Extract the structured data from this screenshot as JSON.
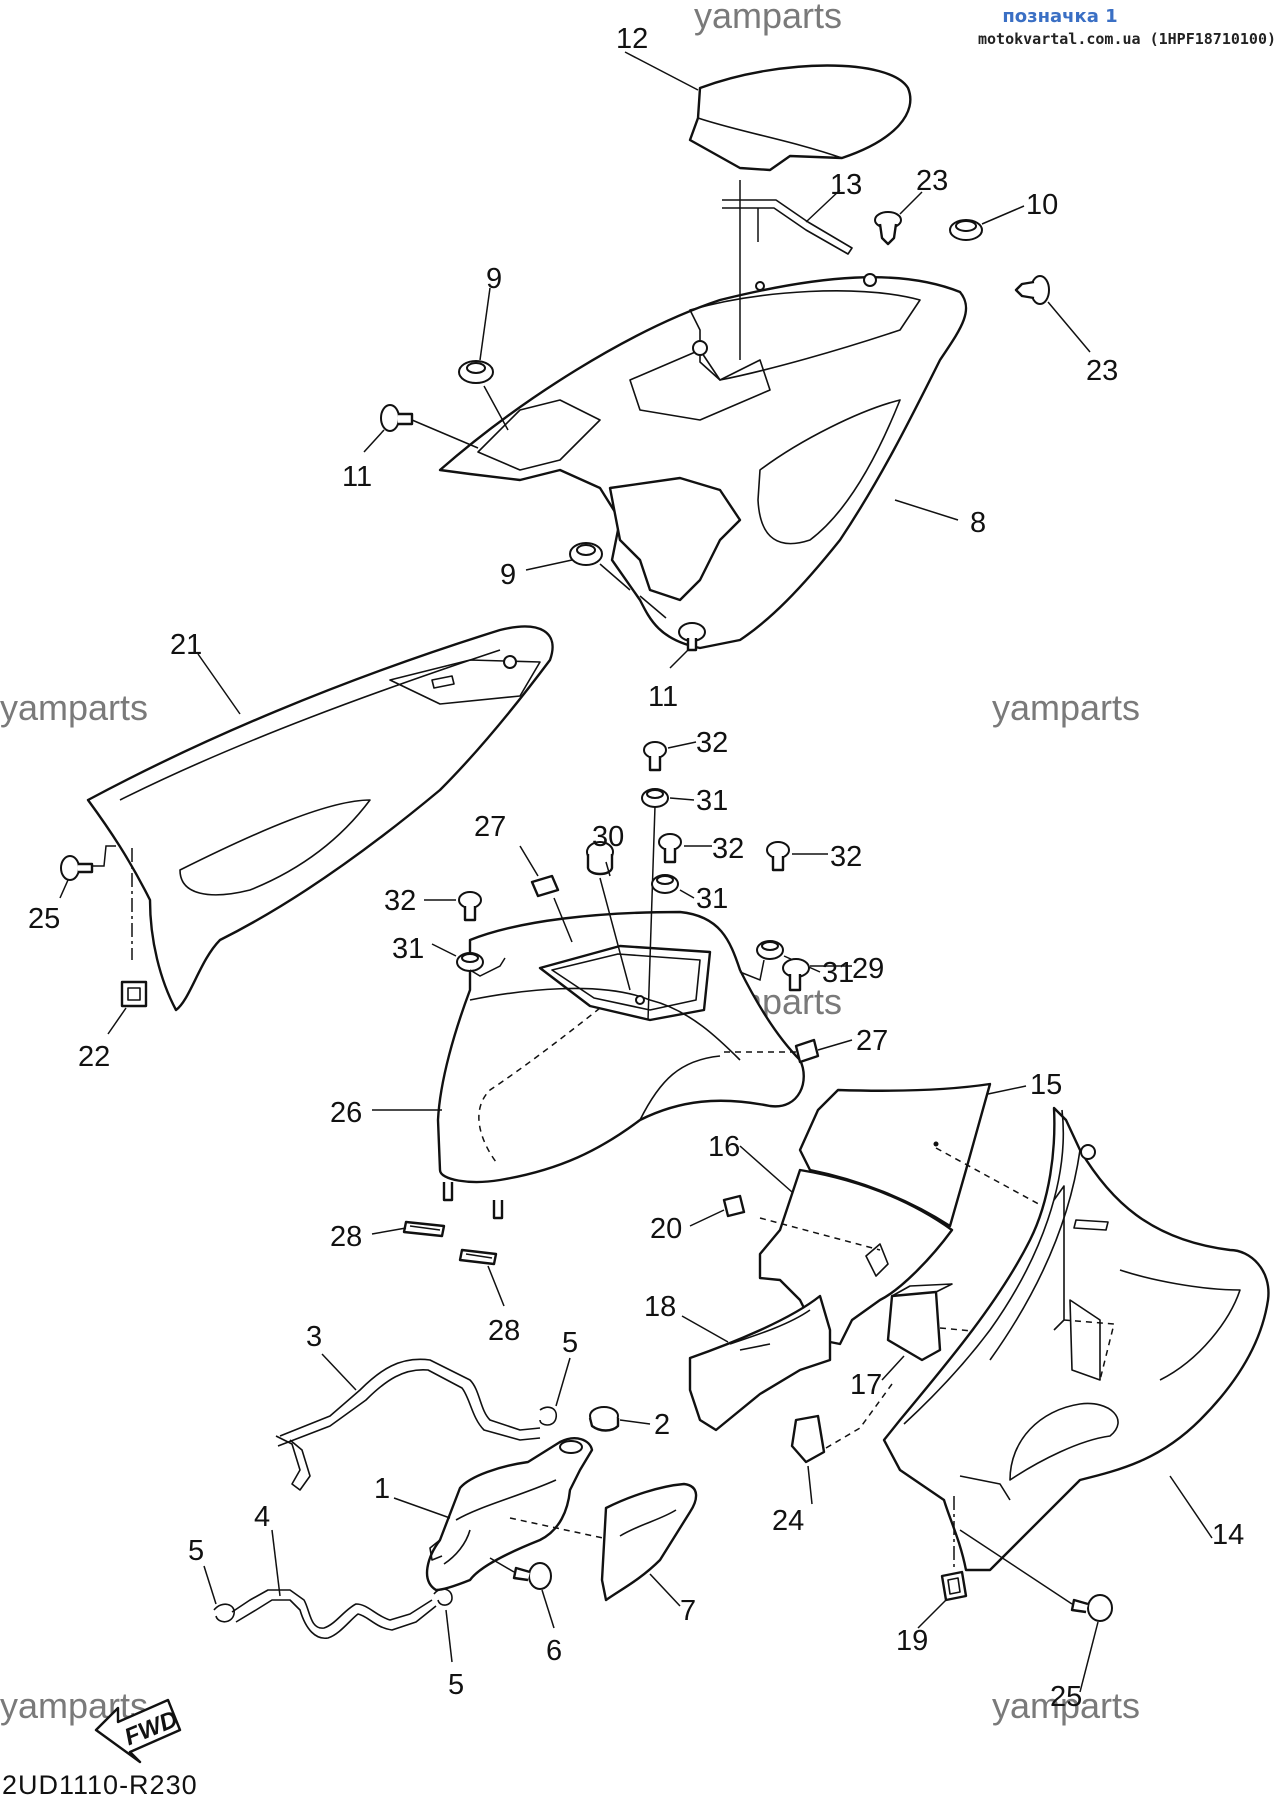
{
  "header": {
    "badge": "позначка 1",
    "source": "motokvartal.com.ua (1HPF18710100)"
  },
  "watermarks": [
    "yamparts",
    "yamparts",
    "yamparts",
    "yamparts",
    "yamparts",
    "yamparts"
  ],
  "diagram_code": "2UD1110-R230",
  "fwd_label": "FWD",
  "callouts": [
    "12",
    "13",
    "23",
    "10",
    "23",
    "9",
    "11",
    "8",
    "9",
    "11",
    "21",
    "25",
    "22",
    "32",
    "31",
    "27",
    "30",
    "32",
    "32",
    "32",
    "31",
    "31",
    "31",
    "29",
    "26",
    "27",
    "15",
    "16",
    "20",
    "28",
    "28",
    "18",
    "17",
    "3",
    "5",
    "2",
    "1",
    "4",
    "5",
    "6",
    "7",
    "5",
    "24",
    "14",
    "19",
    "25"
  ],
  "colors": {
    "badge": "#3a6fc4",
    "watermark": "#7a7a7a",
    "line": "#111111"
  }
}
